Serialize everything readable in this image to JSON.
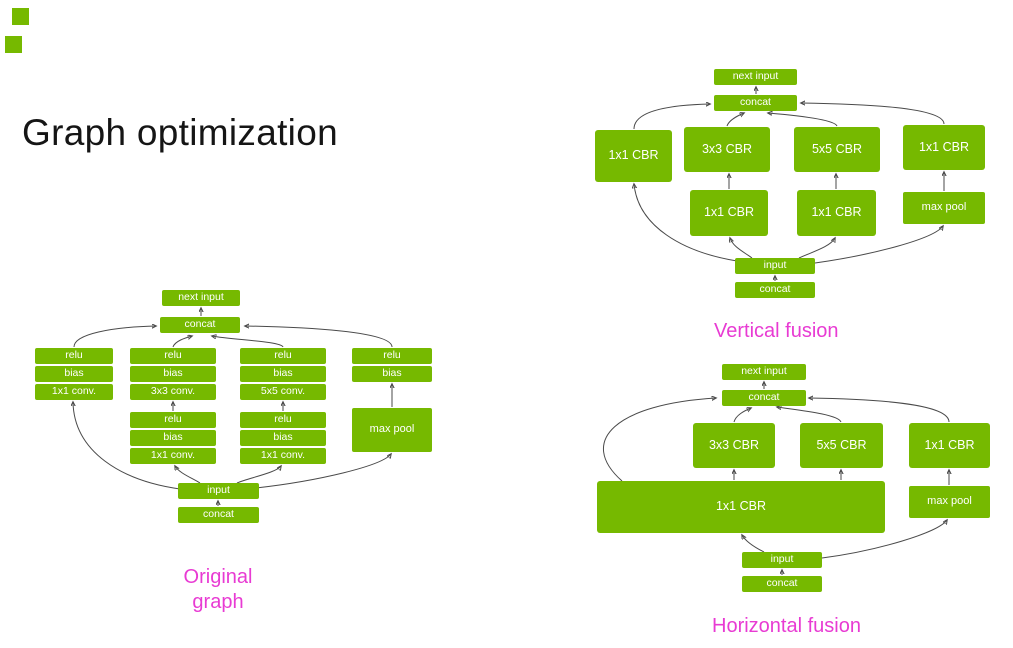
{
  "title": "Graph optimization",
  "colors": {
    "node_green": "#76b900",
    "node_text": "#ffffff",
    "caption_magenta": "#e83bd3",
    "title_text": "#151515",
    "arrow_gray": "#4a4a4a",
    "background": "#ffffff"
  },
  "original_graph": {
    "caption": "Original\ngraph",
    "nodes": {
      "next_input": "next input",
      "concat_top": "concat",
      "col1": [
        "relu",
        "bias",
        "1x1 conv."
      ],
      "col2_upper": [
        "relu",
        "bias",
        "3x3 conv."
      ],
      "col2_lower": [
        "relu",
        "bias",
        "1x1 conv."
      ],
      "col3_upper": [
        "relu",
        "bias",
        "5x5 conv."
      ],
      "col3_lower": [
        "relu",
        "bias",
        "1x1 conv."
      ],
      "col4": [
        "relu",
        "bias"
      ],
      "max_pool": "max pool",
      "input": "input",
      "concat_bottom": "concat"
    }
  },
  "vertical_fusion": {
    "caption": "Vertical fusion",
    "nodes": {
      "next_input": "next input",
      "concat_top": "concat",
      "row1": [
        "1x1 CBR",
        "3x3 CBR",
        "5x5 CBR",
        "1x1 CBR"
      ],
      "row2": [
        "1x1 CBR",
        "1x1 CBR"
      ],
      "max_pool": "max pool",
      "input": "input",
      "concat_bottom": "concat"
    }
  },
  "horizontal_fusion": {
    "caption": "Horizontal fusion",
    "nodes": {
      "next_input": "next input",
      "concat_top": "concat",
      "row1": [
        "3x3 CBR",
        "5x5 CBR",
        "1x1 CBR"
      ],
      "fused_wide": "1x1 CBR",
      "max_pool": "max pool",
      "input": "input",
      "concat_bottom": "concat"
    }
  }
}
